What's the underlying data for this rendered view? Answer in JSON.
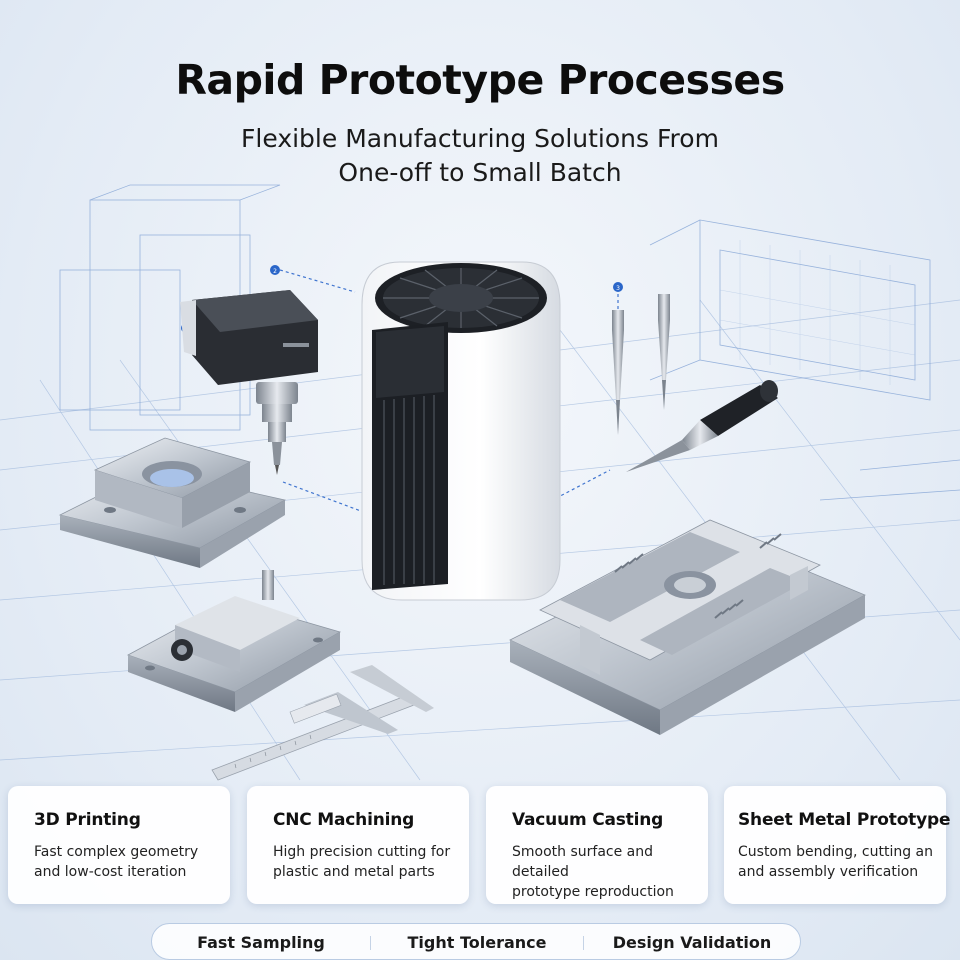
{
  "title": "Rapid Prototype Processes",
  "subtitle_line1": "Flexible Manufacturing Solutions From",
  "subtitle_line2": "One-off to Small Batch",
  "cards": [
    {
      "title": "3D Printing",
      "desc": "Fast complex geometry\nand low-cost iteration"
    },
    {
      "title": "CNC Machining",
      "desc": "High precision cutting for\nplastic and metal parts"
    },
    {
      "title": "Vacuum Casting",
      "desc": "Smooth surface and detailed\nprototype reproduction"
    },
    {
      "title": "Sheet Metal Prototype",
      "desc": "Custom bending, cutting an\nand assembly verification"
    }
  ],
  "footer": [
    "Fast Sampling",
    "Tight Tolerance",
    "Design Validation"
  ],
  "callout_marks": [
    "2",
    "3"
  ],
  "colors": {
    "accent": "#2a66c9",
    "blueprint": "#6f95cf",
    "metal": "#c3c9d1"
  }
}
